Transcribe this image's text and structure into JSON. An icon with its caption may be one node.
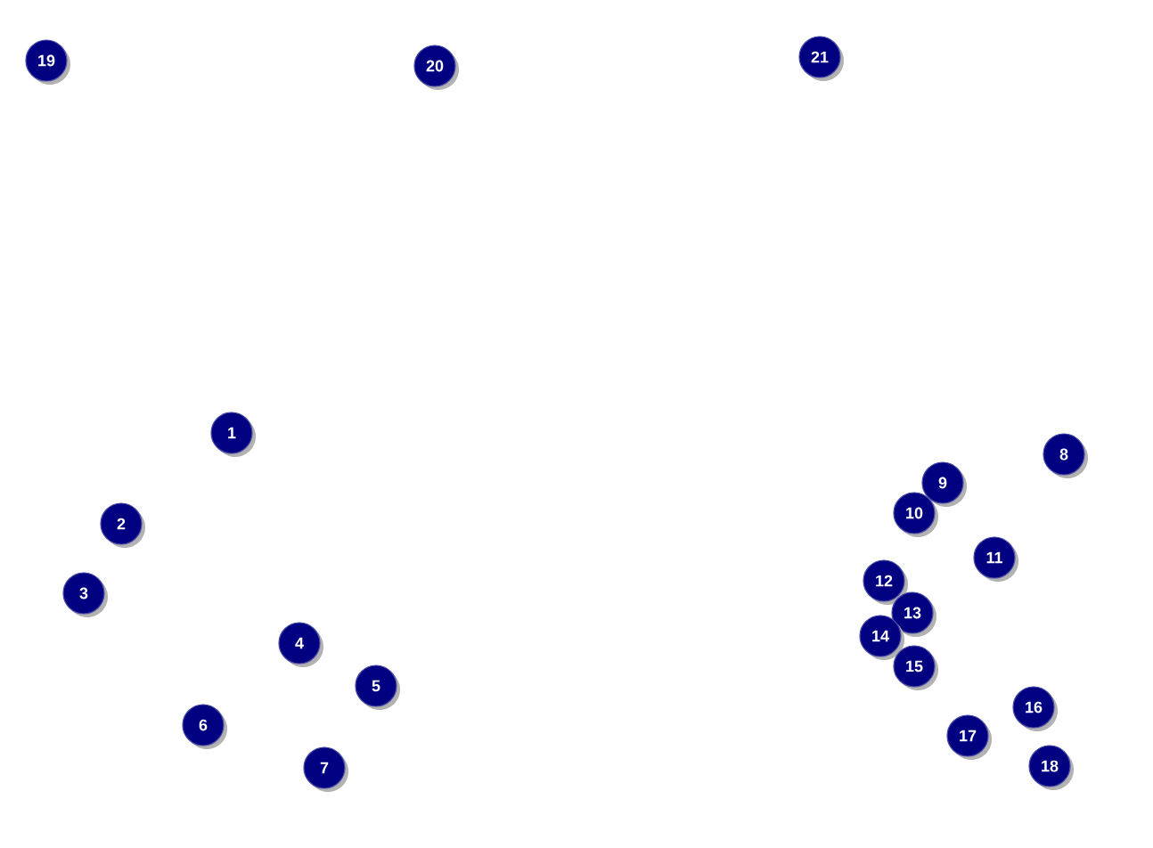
{
  "diagram": {
    "nodes": [
      {
        "text": [
          "1"
        ]
      },
      {
        "text": [
          "2"
        ]
      },
      {
        "text": [
          "3"
        ]
      },
      {
        "text": [
          "4"
        ]
      },
      {
        "text": [
          "5"
        ]
      },
      {
        "text": [
          "6"
        ]
      },
      {
        "text": [
          "7"
        ]
      },
      {
        "text": [
          "8"
        ]
      },
      {
        "text": [
          "9"
        ]
      },
      {
        "text": [
          "10"
        ]
      },
      {
        "text": [
          "11"
        ]
      },
      {
        "text": [
          "12"
        ]
      },
      {
        "text": [
          "13"
        ]
      },
      {
        "text": [
          "14"
        ]
      },
      {
        "text": [
          "15"
        ]
      },
      {
        "text": [
          "16"
        ]
      },
      {
        "text": [
          "17"
        ]
      },
      {
        "text": [
          "18"
        ]
      },
      {
        "text": [
          "19"
        ]
      },
      {
        "text": [
          "20"
        ]
      },
      {
        "text": [
          "21"
        ]
      }
    ]
  }
}
